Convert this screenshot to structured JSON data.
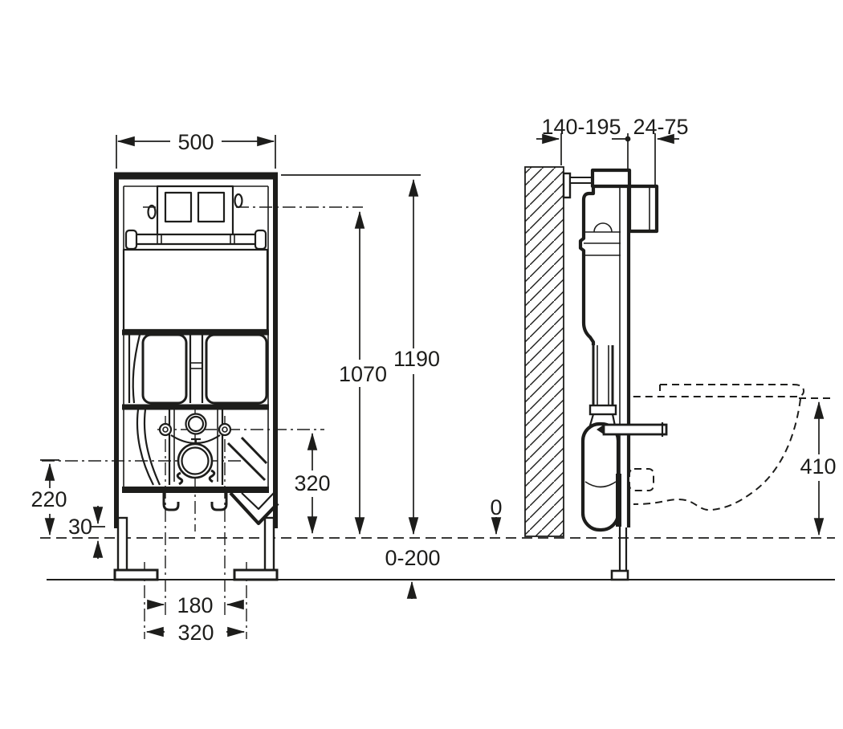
{
  "diagram": {
    "type": "technical-installation-drawing",
    "subject": "wall-hung WC concealed cistern frame, front view and side section",
    "colors": {
      "line": "#1d1d1b",
      "background": "#ffffff"
    },
    "dimensions": {
      "frame_width": "500",
      "wall_depth_range": "140-195",
      "plate_depth_range": "24-75",
      "button_axis_height": "1070",
      "frame_height": "1190",
      "fixing_axis_height": "320",
      "outlet_axis_height": "220",
      "foot_clearance": "30",
      "floor_zero": "0",
      "floor_adjust_range": "0-200",
      "fixing_spacing_inner": "180",
      "fixing_spacing_outer": "320",
      "bowl_top_height": "410"
    }
  }
}
